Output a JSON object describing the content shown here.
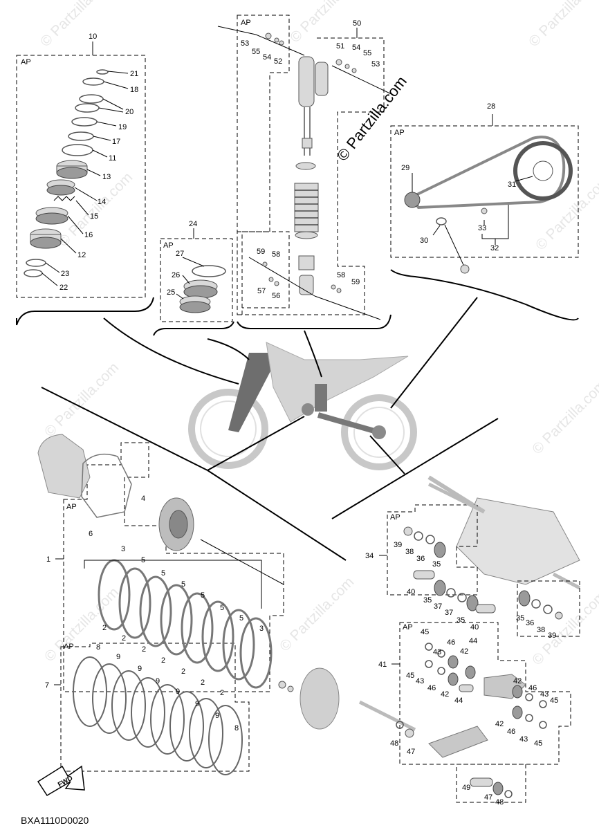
{
  "watermark": "© Partzilla.com",
  "center_watermark": "© Partzilla.com",
  "doc_id": "BXA1110D0020",
  "fwd_label": "FWD",
  "ap": "AP",
  "callouts": {
    "c1": "1",
    "c2": "2",
    "c3": "3",
    "c4": "4",
    "c5": "5",
    "c6": "6",
    "c7": "7",
    "c8": "8",
    "c9": "9",
    "c10": "10",
    "c11": "11",
    "c12": "12",
    "c13": "13",
    "c14": "14",
    "c15": "15",
    "c16": "16",
    "c17": "17",
    "c18": "18",
    "c19": "19",
    "c20": "20",
    "c21": "21",
    "c22": "22",
    "c23": "23",
    "c24": "24",
    "c25": "25",
    "c26": "26",
    "c27": "27",
    "c28": "28",
    "c29": "29",
    "c30": "30",
    "c31": "31",
    "c32": "32",
    "c33": "33",
    "c34": "34",
    "c35": "35",
    "c36": "36",
    "c37": "37",
    "c38": "38",
    "c39": "39",
    "c40": "40",
    "c41": "41",
    "c42": "42",
    "c43": "43",
    "c44": "44",
    "c45": "45",
    "c46": "46",
    "c47": "47",
    "c48": "48",
    "c49": "49",
    "c50": "50",
    "c51": "51",
    "c52": "52",
    "c53": "53",
    "c54": "54",
    "c55": "55",
    "c56": "56",
    "c57": "57",
    "c58": "58",
    "c59": "59"
  },
  "colors": {
    "line": "#000000",
    "part_fill": "#d9d9d9",
    "part_dark": "#9a9a9a",
    "watermark": "#e6e6e6"
  }
}
